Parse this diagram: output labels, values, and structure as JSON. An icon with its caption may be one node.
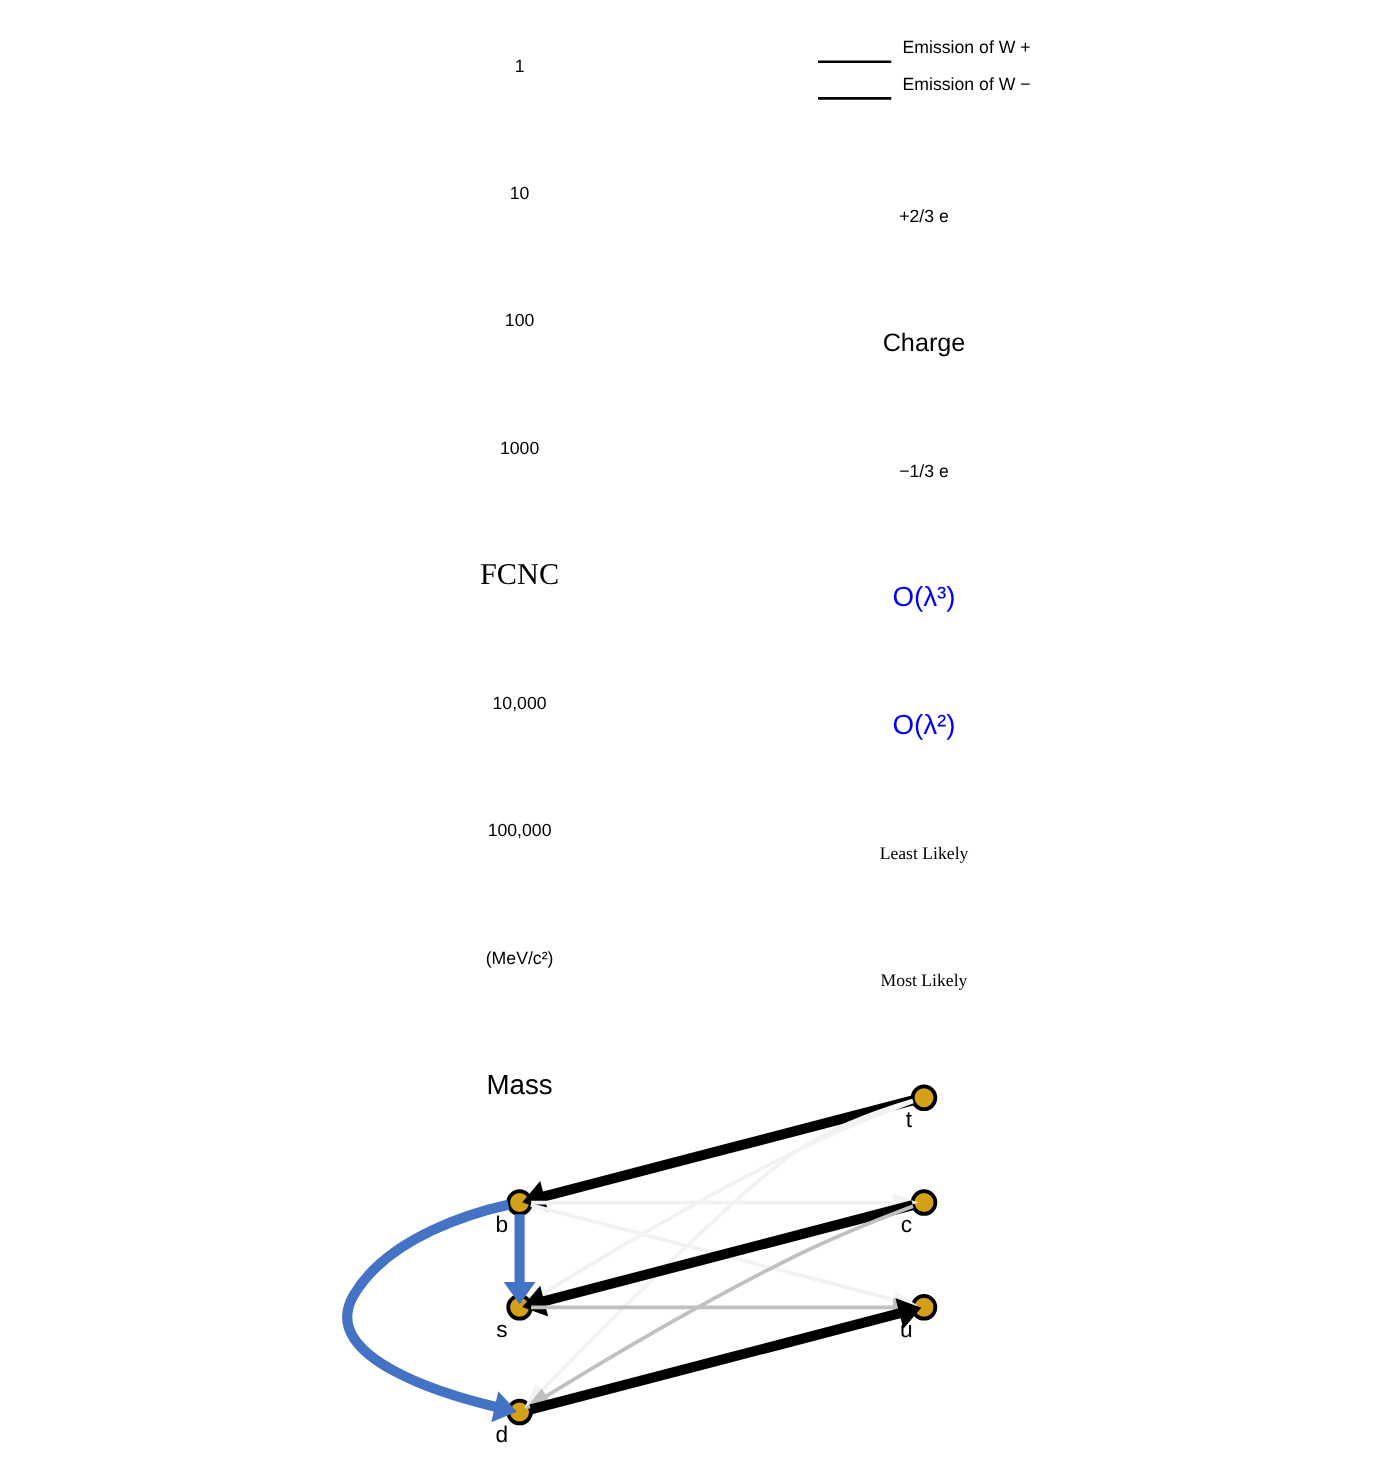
{
  "diagram": {
    "nodes": [
      {
        "text": [],
        "shape": "circle",
        "beside": [
          "t"
        ]
      },
      {
        "text": [],
        "shape": "circle",
        "beside": [
          "b"
        ]
      },
      {
        "text": [],
        "shape": "circle",
        "beside": [
          "c"
        ]
      },
      {
        "text": [],
        "shape": "circle",
        "beside": [
          "s"
        ]
      },
      {
        "text": [],
        "shape": "circle",
        "beside": [
          "d"
        ]
      },
      {
        "text": [],
        "shape": "circle",
        "beside": [
          "u"
        ]
      }
    ],
    "edges": [
      {
        "from": 0,
        "to": 1,
        "arrow": "to",
        "style": "thick",
        "color": "#000000"
      },
      {
        "from": 0,
        "to": 3,
        "arrow": "to",
        "color": "#f2f2f2"
      },
      {
        "from": 0,
        "to": 4,
        "arrow": "to",
        "color": "#f2f2f2"
      },
      {
        "from": 1,
        "to": 2,
        "arrow": "to",
        "color": "#f2f2f2"
      },
      {
        "from": 1,
        "to": 5,
        "arrow": "to",
        "color": "#f2f2f2"
      },
      {
        "from": 2,
        "to": 3,
        "arrow": "to",
        "style": "thick",
        "color": "#000000"
      },
      {
        "from": 2,
        "to": 4,
        "arrow": "to",
        "color": "#c0c0c0"
      },
      {
        "from": 3,
        "to": 5,
        "arrow": "to",
        "color": "#c0c0c0"
      },
      {
        "from": 4,
        "to": 5,
        "arrow": "to",
        "style": "thick",
        "color": "#000000"
      },
      {
        "from": 1,
        "to": 3,
        "arrow": "to",
        "style": "thick",
        "color": "#4472c4"
      },
      {
        "from": 1,
        "to": 4,
        "arrow": "to",
        "style": "thick",
        "color": "#4472c4"
      }
    ],
    "labels": [
      "Mass",
      "(MeV/c²)",
      "Most Likely",
      "Least Likely",
      "100,000",
      "10,000",
      "O(λ²)",
      "FCNC",
      "1000",
      "100",
      "O(λ³)",
      "10",
      "1",
      "−1/3 e",
      "Charge",
      "+2/3 e"
    ],
    "legend": [
      {
        "text": "Emission of W +"
      },
      {
        "text": "Emission of W −"
      }
    ]
  }
}
